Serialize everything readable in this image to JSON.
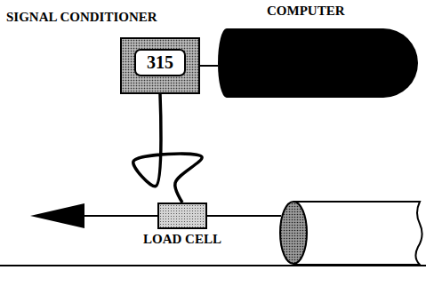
{
  "diagram": {
    "nodes": [
      {
        "text": [
          "SIGNAL CONDITIONER"
        ]
      },
      {
        "text": [
          "315"
        ],
        "in": 0
      },
      {
        "text": [
          "COMPUTER"
        ]
      },
      {
        "text": [
          "LOAD CELL"
        ]
      }
    ],
    "edges": [
      {
        "from": 0,
        "to": 2,
        "arrow": "none"
      },
      {
        "from": 3,
        "to": 0,
        "arrow": "none"
      }
    ]
  }
}
